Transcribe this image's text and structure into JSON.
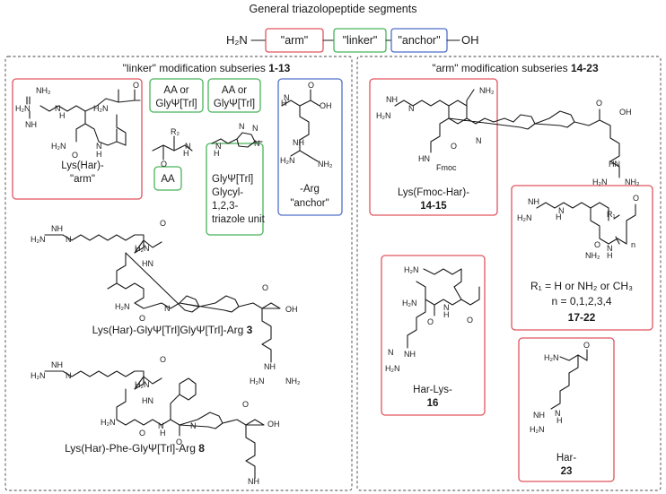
{
  "title": "General triazolopeptide segments",
  "segment_bar": {
    "h2n": "H₂N",
    "arm": "\"arm\"",
    "linker": "\"linker\"",
    "anchor": "\"anchor\"",
    "oh": "OH"
  },
  "left_panel": {
    "heading": "\"linker\" modification subseries",
    "heading_num": "1-13",
    "arm_caption_1": "Lys(Har)-",
    "arm_caption_2": "\"arm\"",
    "aa1_label_1": "AA or",
    "aa1_label_2": "GlyΨ[Trl]",
    "aa2_label_1": "AA or",
    "aa2_label_2": "GlyΨ[Trl]",
    "aa_box": "AA",
    "triazole_1": "GlyΨ[Trl]",
    "triazole_2": "Glycyl-",
    "triazole_3": "1,2,3-",
    "triazole_4": "triazole unit",
    "anchor_1": "-Arg",
    "anchor_2": "\"anchor\"",
    "cmpd3": "Lys(Har)-GlyΨ[Trl]GlyΨ[Trl]-Arg",
    "cmpd3_num": "3",
    "cmpd8": "Lys(Har)-Phe-GlyΨ[Trl]-Arg",
    "cmpd8_num": "8"
  },
  "right_panel": {
    "heading": "\"arm\" modification subseries",
    "heading_num": "14-23",
    "fmoc_1": "Lys(Fmoc-Har)-",
    "fmoc_2": "14-15",
    "r1_1": "R₁ = H or NH₂ or CH₃",
    "r1_2": "n = 0,1,2,3,4",
    "r1_3": "17-22",
    "harlys_1": "Har-Lys-",
    "harlys_2": "16",
    "har_1": "Har-",
    "har_2": "23"
  },
  "atoms": {
    "nh2": "NH₂",
    "h2n": "H₂N",
    "hn": "HN",
    "nh": "NH",
    "n": "N",
    "h": "H",
    "o": "O",
    "oh": "OH",
    "r2": "R₂",
    "r1": "R₁",
    "fmoc": "Fmoc",
    "n_sub": "n"
  },
  "colors": {
    "arm": "#e0545d",
    "linker": "#47b55b",
    "anchor": "#4f6fc9"
  }
}
